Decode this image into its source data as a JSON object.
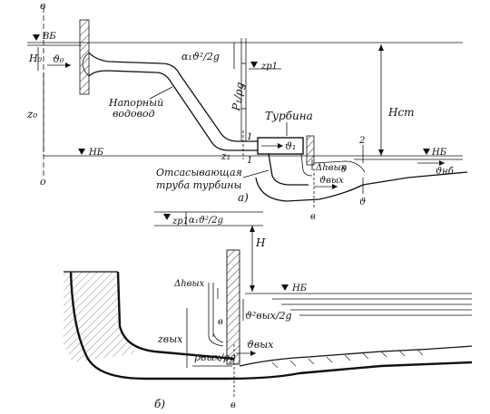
{
  "diagram_a": {
    "section_top": "в",
    "section_bottom": "о",
    "vb_label": "ВБ",
    "h0_label": "H₀",
    "v0_label": "ϑ₀",
    "z0_label": "z₀",
    "pipe_label_1": "Напорный",
    "pipe_label_2": "водовод",
    "velocity_head": "α₁ϑ²/2g",
    "zp1_label": "zр1",
    "pressure_head": "P₁/ρg",
    "turbine_label": "Турбина",
    "hct_label": "Hст",
    "nb_label": "НБ",
    "nb_right_label": "НБ",
    "v1_label": "ϑ₁",
    "z1_label": "z₁",
    "sec1_label": "1",
    "sec1b_label": "1",
    "sec2_label": "2",
    "dh_label": "Δhвых",
    "theta_label": "θ",
    "vnb_label": "ϑнб",
    "suction_1": "Отсасывающая",
    "suction_2": "труба турбины",
    "vout_label": "ϑвых",
    "sec_v_label": "в",
    "sec_v2_label": "ϑ",
    "fig_label": "а)"
  },
  "diagram_b": {
    "zp1_label": "zр1",
    "velocity_head": "α₁ϑ²/2g",
    "h_label": "H",
    "dh_label": "Δhвых",
    "nb_label": "НБ",
    "vout_head": "ϑ²вых/2g",
    "sec_v_label": "в",
    "zout_label": "zвых",
    "pout_label": "pвых/ρg",
    "vout_label": "ϑвых",
    "sec_bottom": "в",
    "fig_label": "б)"
  }
}
